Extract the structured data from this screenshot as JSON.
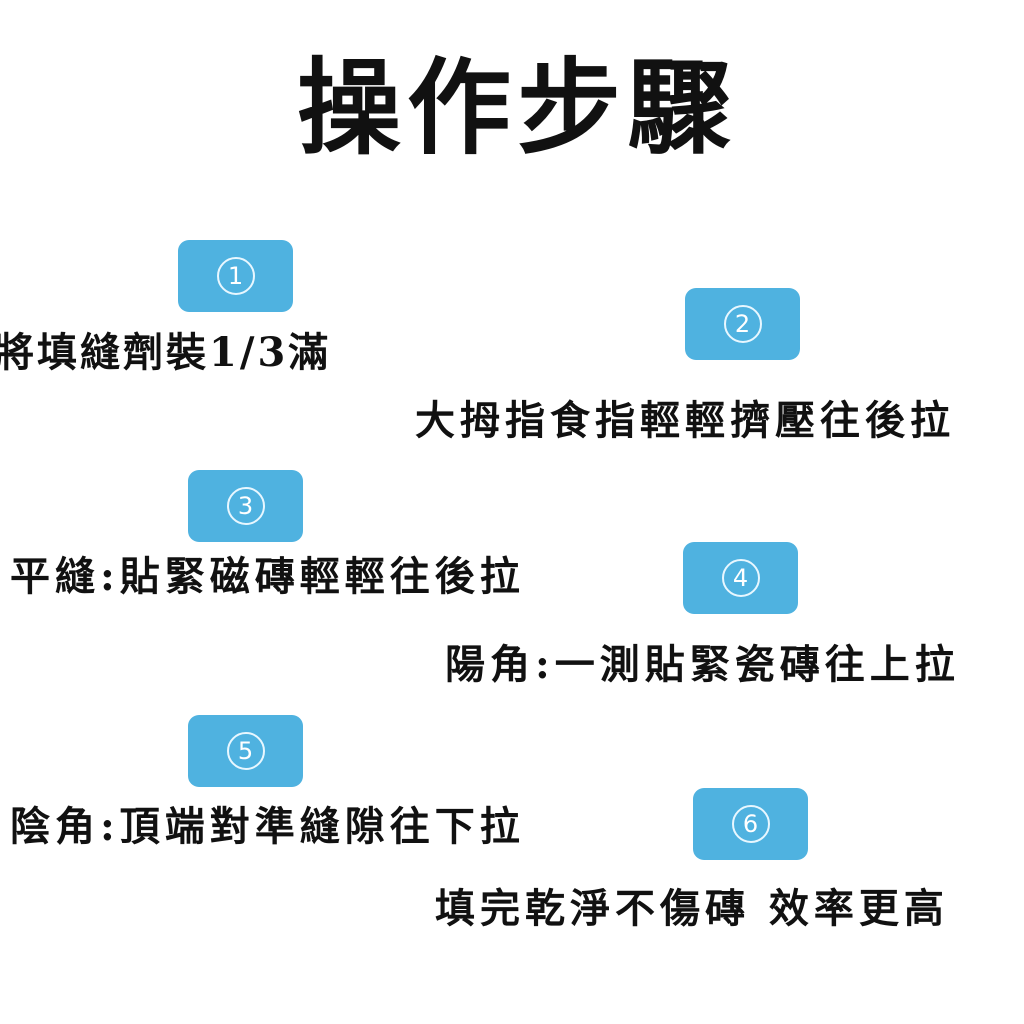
{
  "title": "操作步驟",
  "accent_color": "#4fb2e0",
  "steps": [
    {
      "number": "1",
      "text": "將填縫劑裝1/3滿"
    },
    {
      "number": "2",
      "text": "大拇指食指輕輕擠壓往後拉"
    },
    {
      "number": "3",
      "text": "平縫:貼緊磁磚輕輕往後拉"
    },
    {
      "number": "4",
      "text": "陽角:一測貼緊瓷磚往上拉"
    },
    {
      "number": "5",
      "text": "陰角:頂端對準縫隙往下拉"
    },
    {
      "number": "6",
      "text": "填完乾淨不傷磚 效率更高"
    }
  ]
}
